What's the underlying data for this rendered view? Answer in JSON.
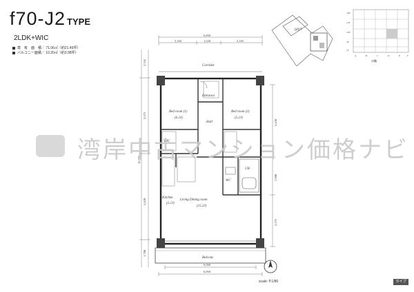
{
  "header": {
    "plan_name": "f70-J2",
    "plan_type": "TYPE",
    "layout": "2LDK+WIC",
    "specs": [
      "専　有　面　積／ 71.06㎡（約21.49坪）",
      "バルコニー面積／ 10.20㎡（約3.08坪）"
    ]
  },
  "rooms": {
    "corridor": "Corridor",
    "entrance": "Entrance",
    "bedroom1": "Bed room (1)",
    "bedroom1_size": "(6.3J)",
    "bedroom2": "Bed room (2)",
    "bedroom2_size": "(5.2J)",
    "hall": "Hall",
    "kitchen": "Kitchen",
    "kitchen_size": "(2.2J)",
    "ldk": "Living Dining room",
    "ldk_size": "(15.2J)",
    "balcony": "Balcony",
    "wic": "WIC",
    "ub": "UB",
    "wc": "WC"
  },
  "dimensions": {
    "top_total": "6,850",
    "top_seg1": "5,165",
    "top_seg2": "1,520",
    "top_seg3": "5,165",
    "bottom_inner": "6,060",
    "bottom_total": "6,850",
    "left_1": "2,335",
    "left_2": "3,375",
    "left_3": "5,420",
    "left_4": "1,780",
    "left_total": "16,575",
    "right_1": "3,430",
    "right_2": "1,980",
    "right_3": "5,575"
  },
  "keyplan": {
    "building_label": "当住戸",
    "floors": [
      "18F",
      "15F",
      "10F",
      "5F",
      "1F"
    ],
    "units": [
      "A",
      "B",
      "C",
      "D",
      "E",
      "F"
    ],
    "floor_caption": "25階"
  },
  "footer": {
    "scale": "scale: P.1/80",
    "badge": "タイプ"
  },
  "watermark": {
    "text": "湾岸中古マンション価格ナビ"
  }
}
